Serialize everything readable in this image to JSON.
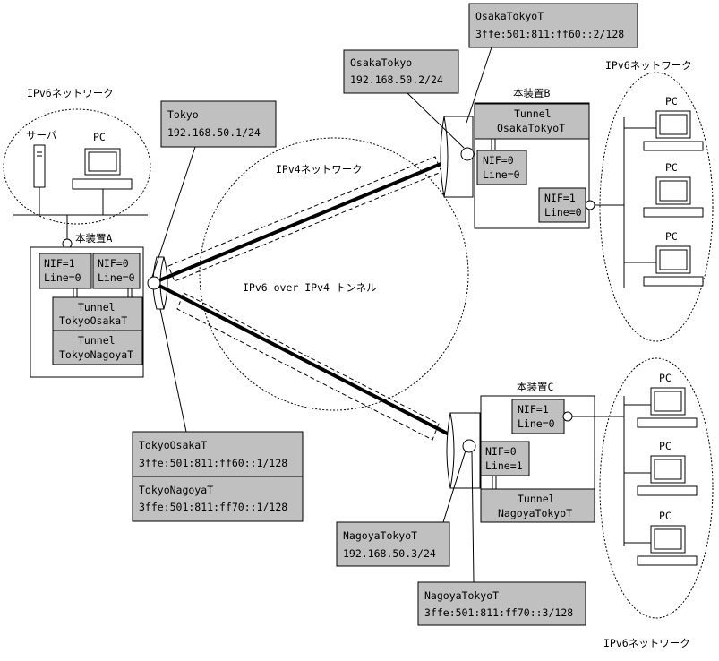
{
  "labels": {
    "ipv6_network": "IPv6ネットワーク",
    "ipv4_network": "IPv4ネットワーク",
    "tunnel_caption": "IPv6 over IPv4 トンネル",
    "server": "サーバ",
    "pc": "PC"
  },
  "device_a": {
    "title": "本装置A",
    "if1_nif": "NIF=1",
    "if1_line": "Line=0",
    "if2_nif": "NIF=0",
    "if2_line": "Line=0",
    "tunnel1_title": "Tunnel",
    "tunnel1_name": "TokyoOsakaT",
    "tunnel2_title": "Tunnel",
    "tunnel2_name": "TokyoNagoyaT"
  },
  "device_b": {
    "title": "本装置B",
    "tunnel_title": "Tunnel",
    "tunnel_name": "OsakaTokyoT",
    "if1_nif": "NIF=0",
    "if1_line": "Line=0",
    "if2_nif": "NIF=1",
    "if2_line": "Line=0"
  },
  "device_c": {
    "title": "本装置C",
    "if1_nif": "NIF=1",
    "if1_line": "Line=0",
    "if2_nif": "NIF=0",
    "if2_line": "Line=1",
    "tunnel_title": "Tunnel",
    "tunnel_name": "NagoyaTokyoT"
  },
  "callouts": {
    "tokyo_name": "Tokyo",
    "tokyo_addr": "192.168.50.1/24",
    "osaka_name": "OsakaTokyo",
    "osaka_addr": "192.168.50.2/24",
    "osaka_t_name": "OsakaTokyoT",
    "osaka_t_addr": "3ffe:501:811:ff60::2/128",
    "tokyo_osaka_name": "TokyoOsakaT",
    "tokyo_osaka_addr": "3ffe:501:811:ff60::1/128",
    "tokyo_nagoya_name": "TokyoNagoyaT",
    "tokyo_nagoya_addr": "3ffe:501:811:ff70::1/128",
    "nagoya_name": "NagoyaTokyoT",
    "nagoya_addr": "192.168.50.3/24",
    "nagoya_t_name": "NagoyaTokyoT",
    "nagoya_t_addr": "3ffe:501:811:ff70::3/128"
  }
}
